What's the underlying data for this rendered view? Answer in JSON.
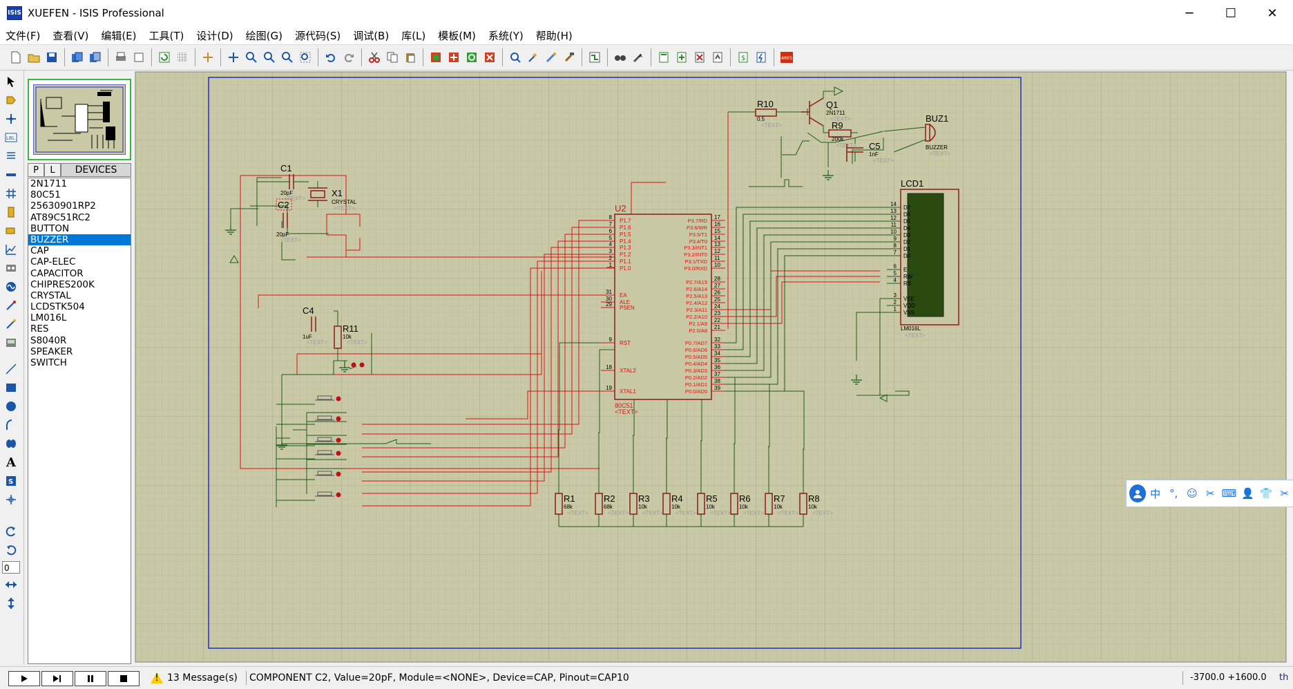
{
  "window": {
    "title": "XUEFEN - ISIS Professional",
    "icon_label": "ISIS",
    "minimize": "─",
    "maximize": "☐",
    "close": "✕"
  },
  "menu": [
    "文件(F)",
    "查看(V)",
    "编辑(E)",
    "工具(T)",
    "设计(D)",
    "绘图(G)",
    "源代码(S)",
    "调试(B)",
    "库(L)",
    "模板(M)",
    "系统(Y)",
    "帮助(H)"
  ],
  "devices": {
    "tab_p": "P",
    "tab_l": "L",
    "title": "DEVICES",
    "items": [
      "2N1711",
      "80C51",
      "25630901RP2",
      "AT89C51RC2",
      "BUTTON",
      "BUZZER",
      "CAP",
      "CAP-ELEC",
      "CAPACITOR",
      "CHIPRES200K",
      "CRYSTAL",
      "LCDSTK504",
      "LM016L",
      "RES",
      "S8040R",
      "SPEAKER",
      "SWITCH"
    ],
    "selected": "BUZZER"
  },
  "rotation_value": "0",
  "schematic": {
    "u2": {
      "ref": "U2",
      "part": "80C51",
      "text": "<TEXT>",
      "left_pins": [
        {
          "num": "8",
          "name": "P1.7"
        },
        {
          "num": "7",
          "name": "P1.6"
        },
        {
          "num": "6",
          "name": "P1.5"
        },
        {
          "num": "5",
          "name": "P1.4"
        },
        {
          "num": "4",
          "name": "P1.3"
        },
        {
          "num": "3",
          "name": "P1.2"
        },
        {
          "num": "2",
          "name": "P1.1"
        },
        {
          "num": "1",
          "name": "P1.0"
        },
        {
          "num": "31",
          "name": "EA"
        },
        {
          "num": "30",
          "name": "ALE"
        },
        {
          "num": "29",
          "name": "PSEN"
        },
        {
          "num": "9",
          "name": "RST"
        },
        {
          "num": "18",
          "name": "XTAL2"
        },
        {
          "num": "19",
          "name": "XTAL1"
        }
      ],
      "right_pins": [
        {
          "num": "17",
          "name": "P3.7/RD"
        },
        {
          "num": "16",
          "name": "P3.6/WR"
        },
        {
          "num": "15",
          "name": "P3.5/T1"
        },
        {
          "num": "14",
          "name": "P3.4/T0"
        },
        {
          "num": "13",
          "name": "P3.3/INT1"
        },
        {
          "num": "12",
          "name": "P3.2/INT0"
        },
        {
          "num": "11",
          "name": "P3.1/TXD"
        },
        {
          "num": "10",
          "name": "P3.0/RXD"
        },
        {
          "num": "28",
          "name": "P2.7/A15"
        },
        {
          "num": "27",
          "name": "P2.6/A14"
        },
        {
          "num": "26",
          "name": "P2.5/A13"
        },
        {
          "num": "25",
          "name": "P2.4/A12"
        },
        {
          "num": "24",
          "name": "P2.3/A11"
        },
        {
          "num": "23",
          "name": "P2.2/A10"
        },
        {
          "num": "22",
          "name": "P2.1/A9"
        },
        {
          "num": "21",
          "name": "P2.0/A8"
        },
        {
          "num": "32",
          "name": "P0.7/AD7"
        },
        {
          "num": "33",
          "name": "P0.6/AD6"
        },
        {
          "num": "34",
          "name": "P0.5/AD5"
        },
        {
          "num": "35",
          "name": "P0.4/AD4"
        },
        {
          "num": "36",
          "name": "P0.3/AD3"
        },
        {
          "num": "37",
          "name": "P0.2/AD2"
        },
        {
          "num": "38",
          "name": "P0.1/AD1"
        },
        {
          "num": "39",
          "name": "P0.0/AD0"
        }
      ]
    },
    "lcd": {
      "ref": "LCD1",
      "part": "LM016L",
      "text": "<TEXT>",
      "pins": [
        {
          "num": "14",
          "name": "D7"
        },
        {
          "num": "13",
          "name": "D6"
        },
        {
          "num": "12",
          "name": "D5"
        },
        {
          "num": "11",
          "name": "D4"
        },
        {
          "num": "10",
          "name": "D3"
        },
        {
          "num": "9",
          "name": "D2"
        },
        {
          "num": "8",
          "name": "D1"
        },
        {
          "num": "7",
          "name": "D0"
        },
        {
          "num": "6",
          "name": "E"
        },
        {
          "num": "5",
          "name": "RW"
        },
        {
          "num": "4",
          "name": "RS"
        },
        {
          "num": "3",
          "name": "VEE"
        },
        {
          "num": "2",
          "name": "VDD"
        },
        {
          "num": "1",
          "name": "VSS"
        }
      ]
    },
    "c1": {
      "ref": "C1",
      "value": "20pF",
      "text": "<TEXT>"
    },
    "c2": {
      "ref": "C2",
      "value": "20pF",
      "text": "<TEXT>"
    },
    "x1": {
      "ref": "X1",
      "part": "CRYSTAL",
      "text": "<TEXT>"
    },
    "c4": {
      "ref": "C4",
      "value": "1uF",
      "text": "<TEXT>"
    },
    "r11": {
      "ref": "R11",
      "value": "10k",
      "text": "<TEXT>"
    },
    "r10": {
      "ref": "R10",
      "value": "0.5",
      "text": "<TEXT>"
    },
    "q1": {
      "ref": "Q1",
      "part": "2N1711",
      "text": "<TEXT>"
    },
    "r9": {
      "ref": "R9",
      "value": "200k",
      "text": "<TEXT>"
    },
    "c5": {
      "ref": "C5",
      "value": "1nF",
      "text": "<TEXT>"
    },
    "buz": {
      "ref": "BUZ1",
      "part": "BUZZER",
      "text": "<TEXT>"
    },
    "bottom_res": [
      {
        "ref": "R1",
        "value": "68k",
        "text": "<TEXT>"
      },
      {
        "ref": "R2",
        "value": "68k",
        "text": "<TEXT>"
      },
      {
        "ref": "R3",
        "value": "10k",
        "text": "<TEXT>"
      },
      {
        "ref": "R4",
        "value": "10k",
        "text": "<TEXT>"
      },
      {
        "ref": "R5",
        "value": "10k",
        "text": "<TEXT>"
      },
      {
        "ref": "R6",
        "value": "10k",
        "text": "<TEXT>"
      },
      {
        "ref": "R7",
        "value": "10k",
        "text": "<TEXT>"
      },
      {
        "ref": "R8",
        "value": "10k",
        "text": "<TEXT>"
      }
    ]
  },
  "status": {
    "messages": "13 Message(s)",
    "text": "COMPONENT C2, Value=20pF, Module=<NONE>, Device=CAP, Pinout=CAP10",
    "coords": "-3700.0   +1600.0",
    "units": "th"
  },
  "ime": {
    "items": [
      "中",
      "°,",
      "☺",
      "✂",
      "⌨",
      "👤",
      "👕",
      "✂"
    ]
  },
  "colors": {
    "wire_red": "#e01010",
    "wire_green": "#1a5a1a",
    "chip_fill": "#c8c8a4",
    "sheet_bg": "#c9c9a6",
    "border_blue": "#2030c0",
    "lcd_screen": "#2a4a10"
  }
}
